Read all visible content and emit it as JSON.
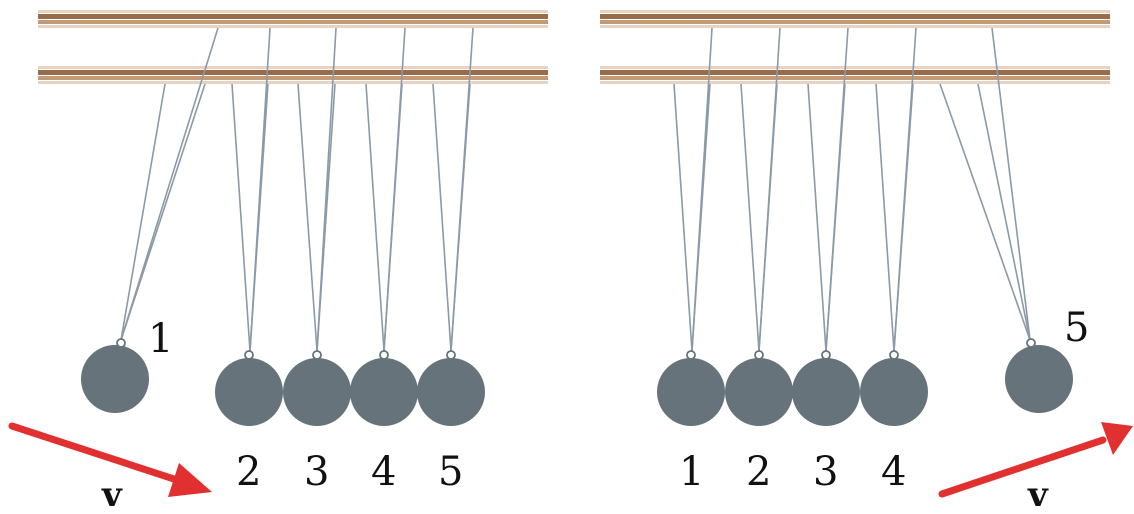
{
  "panels": [
    {
      "id": "left",
      "balls": [
        {
          "label": "1",
          "swung": true
        },
        {
          "label": "2",
          "swung": false
        },
        {
          "label": "3",
          "swung": false
        },
        {
          "label": "4",
          "swung": false
        },
        {
          "label": "5",
          "swung": false
        }
      ],
      "velocity_label": "v"
    },
    {
      "id": "right",
      "balls": [
        {
          "label": "1",
          "swung": false
        },
        {
          "label": "2",
          "swung": false
        },
        {
          "label": "3",
          "swung": false
        },
        {
          "label": "4",
          "swung": false
        },
        {
          "label": "5",
          "swung": true
        }
      ],
      "velocity_label": "v"
    }
  ],
  "colors": {
    "rail": "#9a6b4b",
    "ball": "#66737b",
    "string": "#8b9aa6",
    "arrow": "#e03030"
  }
}
